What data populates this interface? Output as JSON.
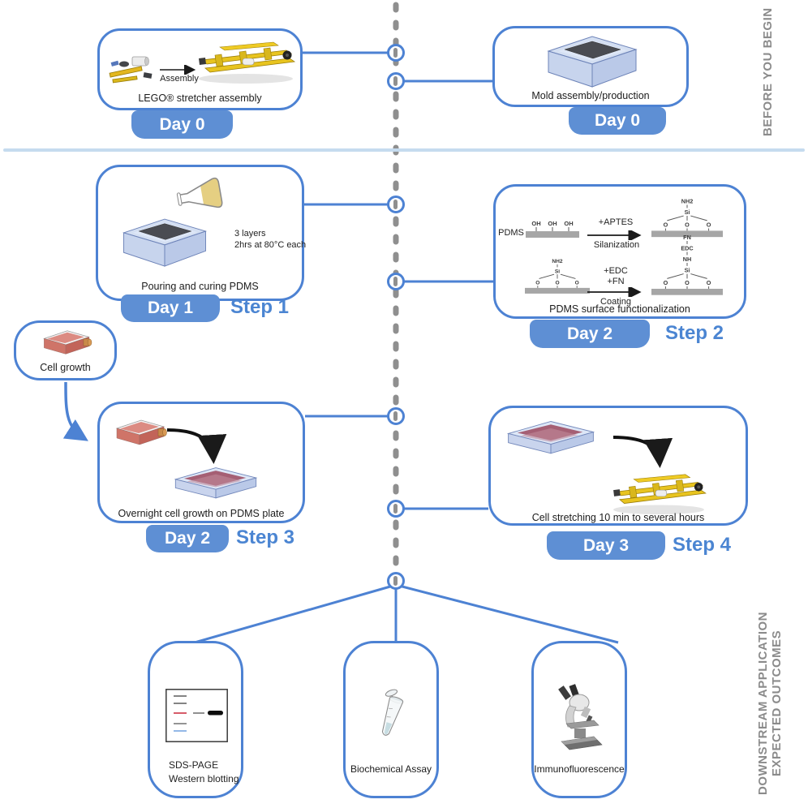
{
  "labels": {
    "before_you_begin": "BEFORE YOU BEGIN",
    "downstream_application": "DOWNSTREAM APPLICATION",
    "expected_outcomes": "EXPECTED OUTCOMES"
  },
  "boxes": {
    "lego": {
      "assembly_arrow": "Assembly",
      "caption": "LEGO® stretcher assembly",
      "day": "Day 0"
    },
    "mold": {
      "caption": "Mold assembly/production",
      "day": "Day 0"
    },
    "pouring": {
      "note1": "3 layers",
      "note2": "2hrs at 80°C each",
      "caption": "Pouring and curing PDMS",
      "day": "Day 1",
      "step": "Step 1"
    },
    "functionalization": {
      "caption": "PDMS surface functionalization",
      "day": "Day 2",
      "step": "Step 2",
      "chem": {
        "pdms": "PDMS",
        "oh": "OH",
        "aptes": "+APTES",
        "silanization": "Silanization",
        "nh2": "NH2",
        "si": "Si",
        "o": "O",
        "edc_reagent": "+EDC",
        "fn_reagent": "+FN",
        "coating": "Coating",
        "fn": "FN",
        "edc": "EDC",
        "nh": "NH"
      }
    },
    "cell_growth": {
      "caption": "Cell growth"
    },
    "overnight": {
      "caption": "Overnight cell growth on PDMS plate",
      "day": "Day 2",
      "step": "Step 3"
    },
    "stretching": {
      "caption": "Cell stretching 10 min to several hours",
      "day": "Day 3",
      "step": "Step 4"
    },
    "sds_page": {
      "caption1": "SDS-PAGE",
      "caption2": "Western blotting"
    },
    "biochemical": {
      "caption": "Biochemical Assay"
    },
    "immunofluorescence": {
      "caption": "Immunofluorescence"
    }
  },
  "colors": {
    "accent_blue": "#4d82d3",
    "badge_blue": "#5e8fd4",
    "step_text_blue": "#4b85d2",
    "timeline_gray": "#8f8f8f",
    "side_label_gray": "#8b8b8b",
    "divider_light_blue": "#c5dbef"
  }
}
